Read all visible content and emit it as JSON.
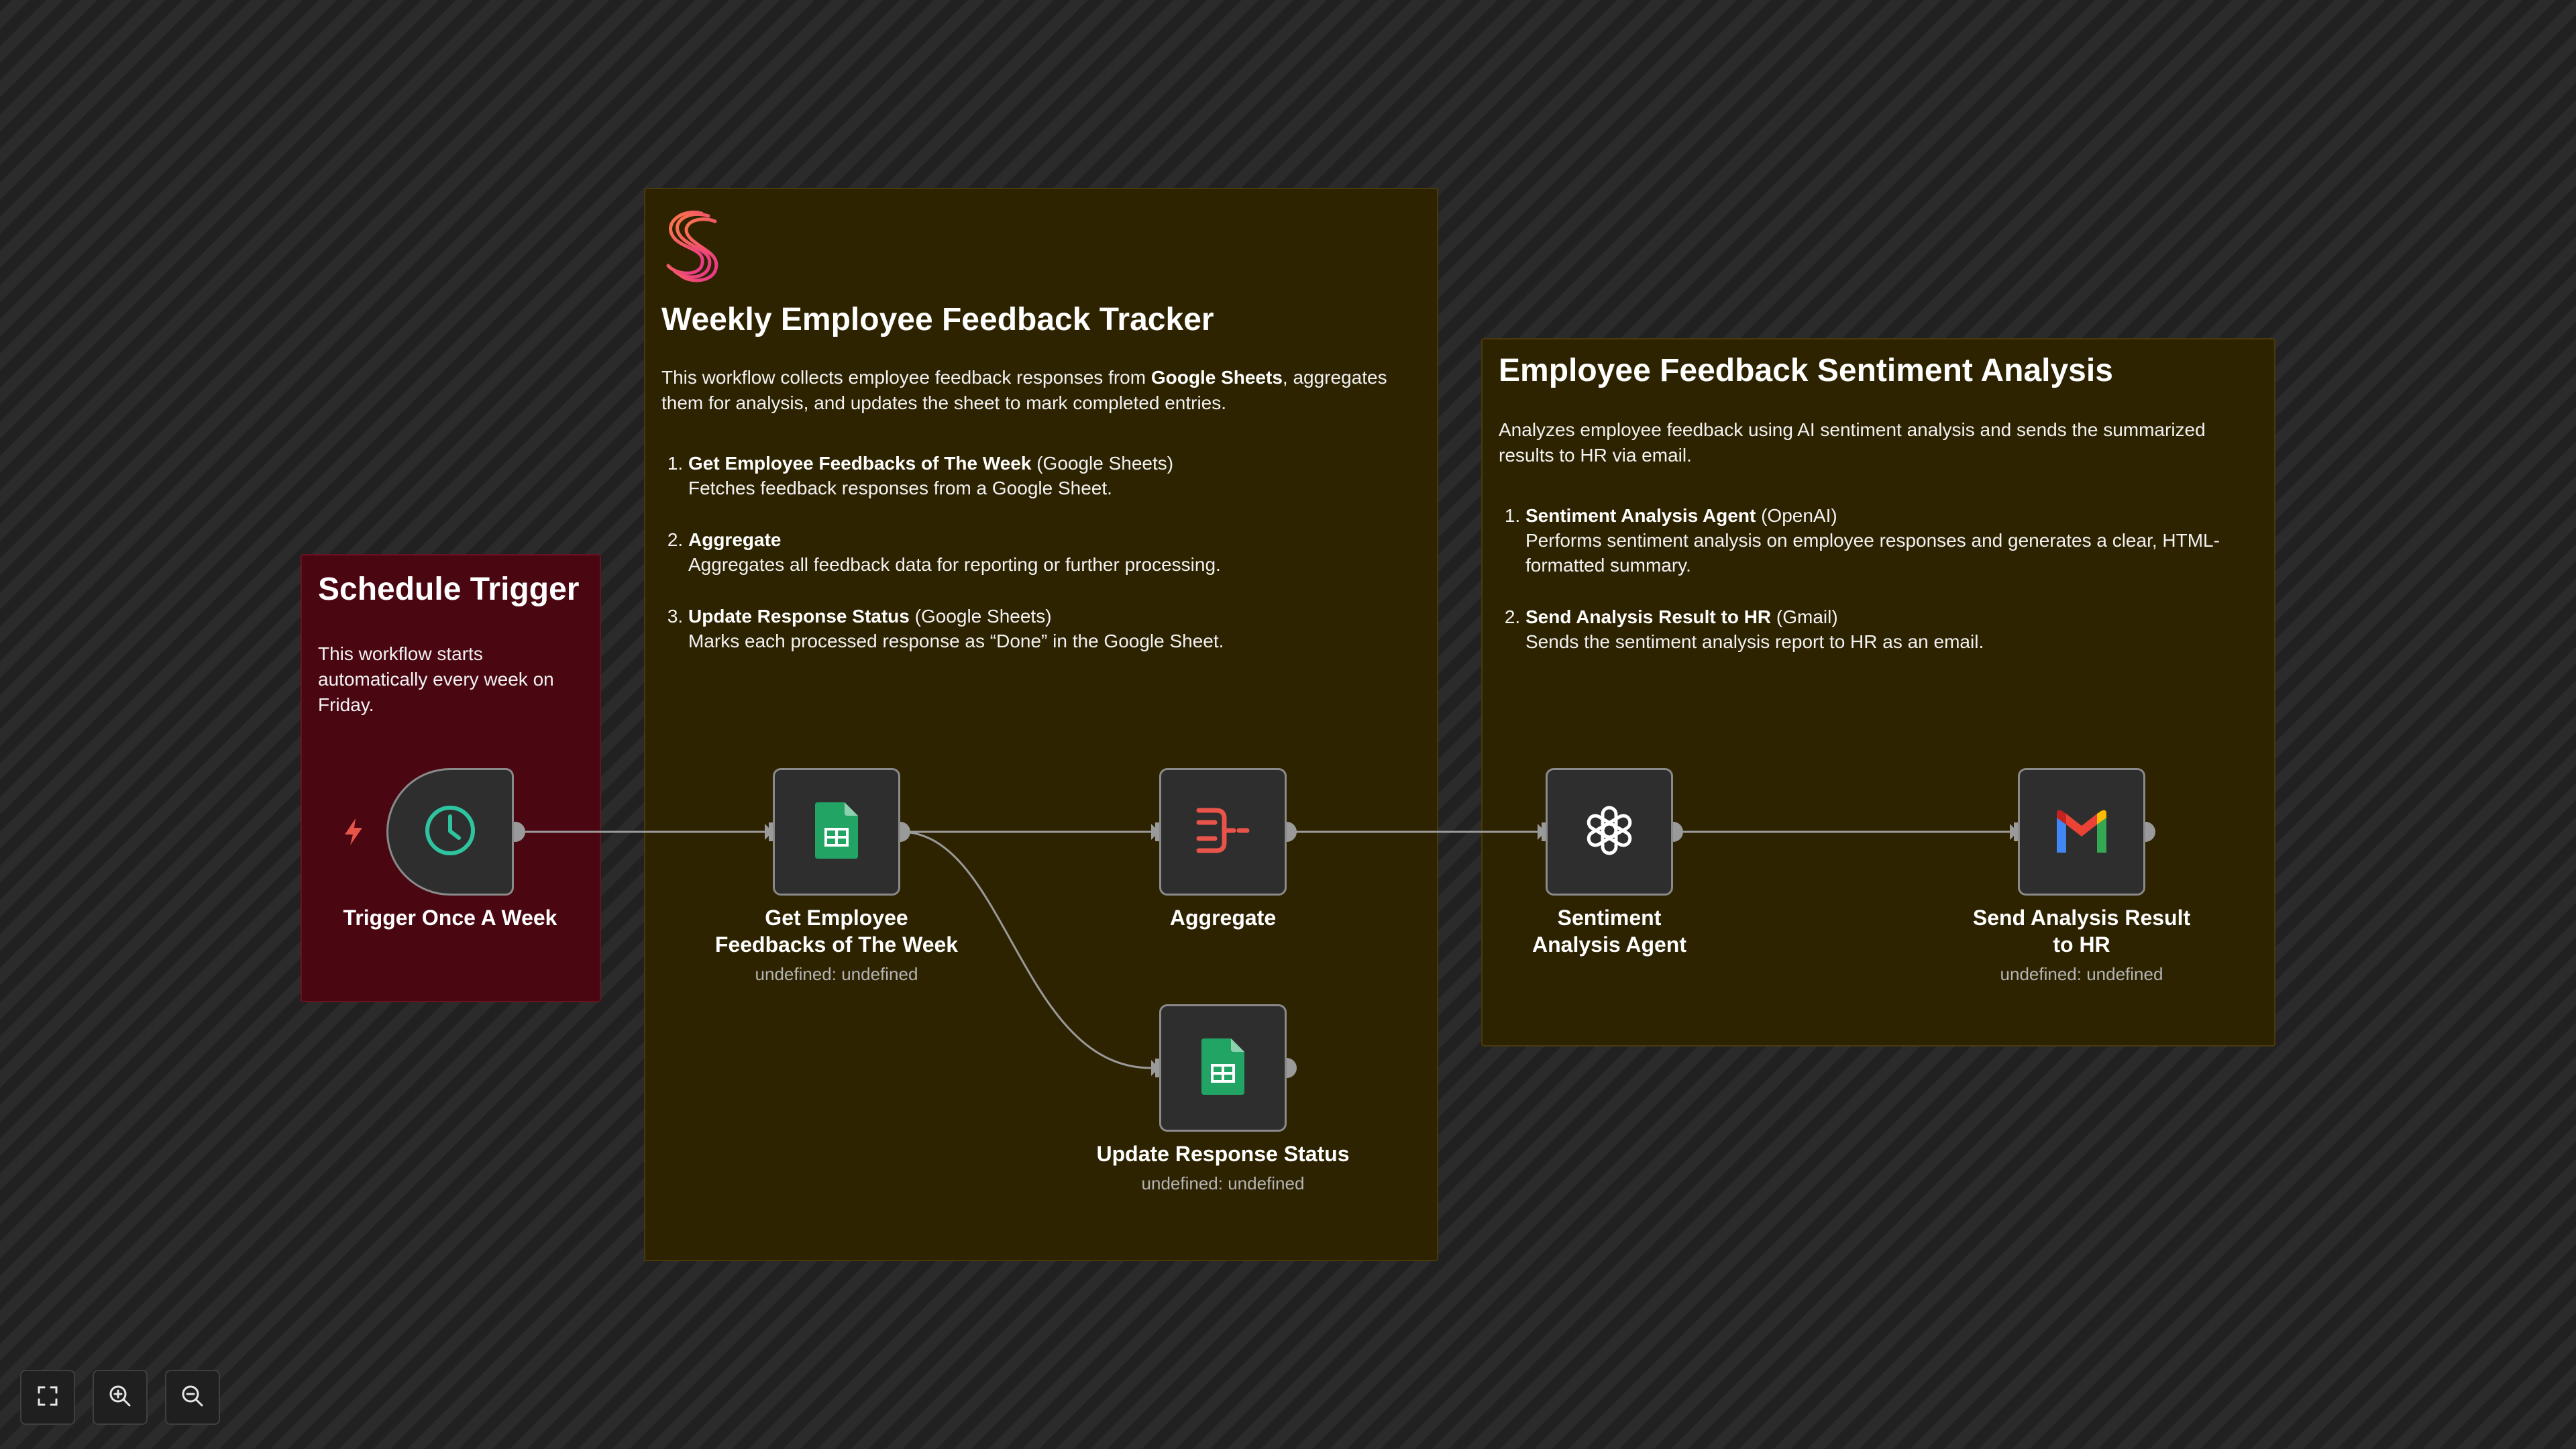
{
  "colors": {
    "background": "#232323",
    "note_red_bg": "#4a0712",
    "note_amber_bg": "#2e2300",
    "node_bg": "#2e2e2e",
    "node_border": "#8a8a8a",
    "connector": "#9a9a9a",
    "trigger_accent": "#e8544a",
    "schedule_icon": "#2ec4a0",
    "sheets_green": "#21a464",
    "aggregate_red": "#e8544a"
  },
  "notes": {
    "schedule": {
      "title": "Schedule Trigger",
      "body": "This workflow starts automatically every week on Friday."
    },
    "tracker": {
      "logo_icon": "workflow-logo-icon",
      "title": "Weekly Employee Feedback Tracker",
      "intro_prefix": "This workflow collects employee feedback responses from ",
      "intro_bold": "Google Sheets",
      "intro_suffix": ", aggregates them for analysis, and updates the sheet to mark completed entries.",
      "steps": [
        {
          "name": "Get Employee Feedbacks of The Week",
          "tool": " (Google Sheets)",
          "desc": "Fetches feedback responses from a Google Sheet."
        },
        {
          "name": "Aggregate",
          "tool": "",
          "desc": "Aggregates all feedback data for reporting or further processing."
        },
        {
          "name": "Update Response Status",
          "tool": " (Google Sheets)",
          "desc": "Marks each processed response as “Done” in the Google Sheet."
        }
      ]
    },
    "sentiment": {
      "title": "Employee Feedback Sentiment Analysis",
      "intro": "Analyzes employee feedback using AI sentiment analysis and sends the summarized results to HR via email.",
      "steps": [
        {
          "name": "Sentiment Analysis Agent",
          "tool": " (OpenAI)",
          "desc": "Performs sentiment analysis on employee responses and generates a clear, HTML-formatted summary."
        },
        {
          "name": "Send Analysis Result to HR",
          "tool": " (Gmail)",
          "desc": "Sends the sentiment analysis report to HR as an email."
        }
      ]
    }
  },
  "nodes": {
    "trigger": {
      "label": "Trigger Once A Week",
      "icon": "clock-icon"
    },
    "get_feedback": {
      "label": "Get Employee Feedbacks of The Week",
      "sub": "undefined: undefined",
      "icon": "google-sheets-icon"
    },
    "aggregate": {
      "label": "Aggregate",
      "icon": "aggregate-icon"
    },
    "update_status": {
      "label": "Update Response Status",
      "sub": "undefined: undefined",
      "icon": "google-sheets-icon"
    },
    "sentiment_agent": {
      "label": "Sentiment Analysis Agent",
      "icon": "openai-icon"
    },
    "send_hr": {
      "label": "Send Analysis Result to HR",
      "sub": "undefined: undefined",
      "icon": "gmail-icon"
    }
  },
  "toolbar": {
    "buttons": [
      {
        "icon": "fit-view-icon"
      },
      {
        "icon": "zoom-in-icon"
      },
      {
        "icon": "zoom-out-icon"
      }
    ]
  }
}
